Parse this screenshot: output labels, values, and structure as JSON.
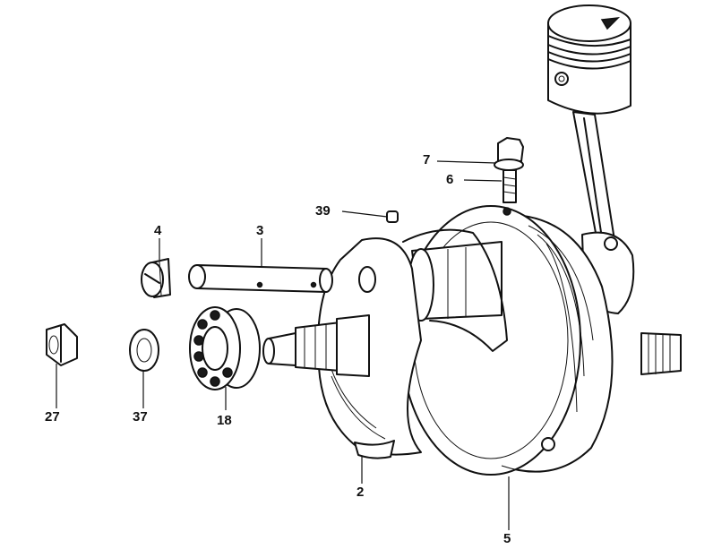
{
  "diagram": {
    "callouts": [
      {
        "id": "c4",
        "label": "4"
      },
      {
        "id": "c3",
        "label": "3"
      },
      {
        "id": "c7",
        "label": "7"
      },
      {
        "id": "c6",
        "label": "6"
      },
      {
        "id": "c39",
        "label": "39"
      },
      {
        "id": "c27",
        "label": "27"
      },
      {
        "id": "c37",
        "label": "37"
      },
      {
        "id": "c18",
        "label": "18"
      },
      {
        "id": "c2",
        "label": "2"
      },
      {
        "id": "c5",
        "label": "5"
      }
    ]
  },
  "colors": {
    "ink": "#111111",
    "paper": "#ffffff"
  }
}
